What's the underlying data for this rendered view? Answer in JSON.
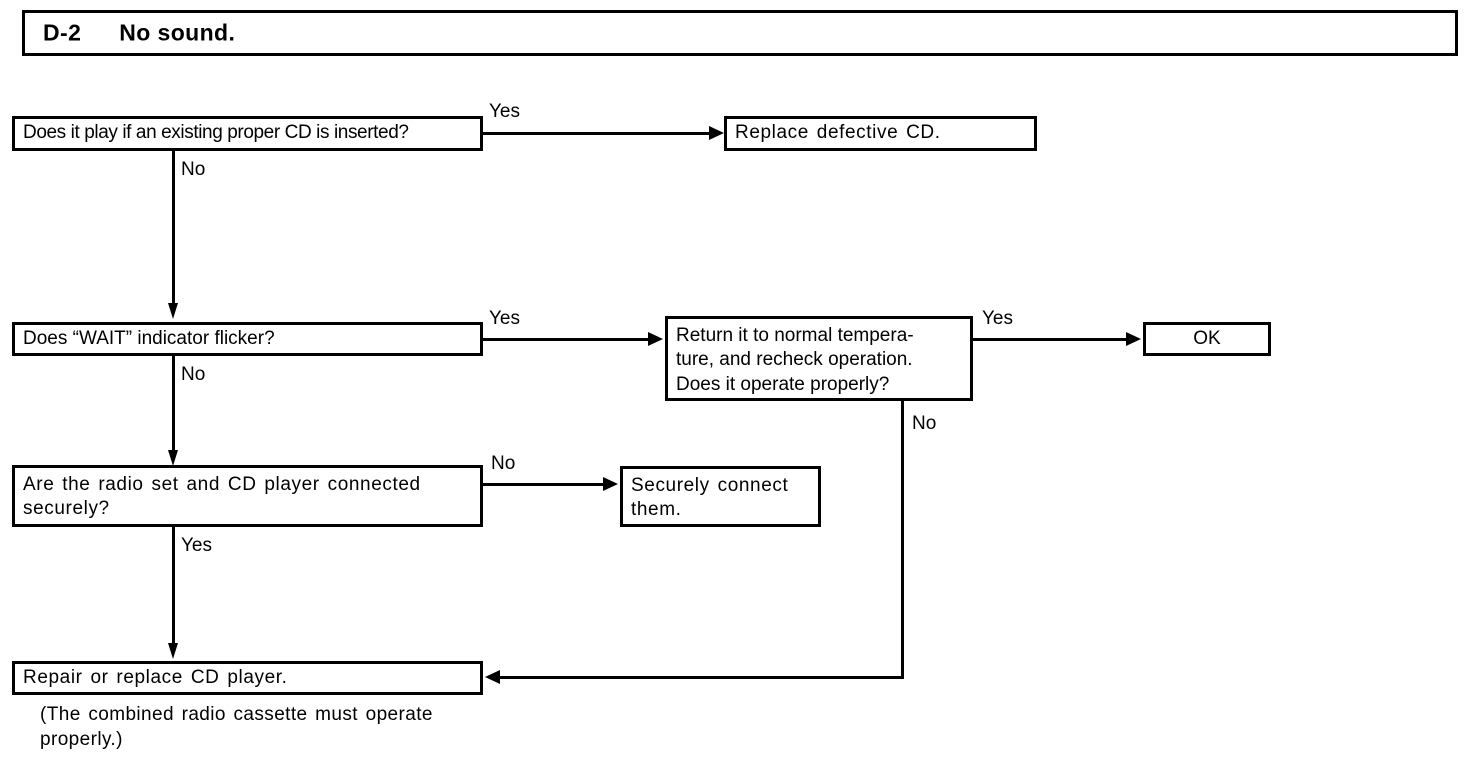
{
  "header": {
    "code": "D-2",
    "title": "No sound."
  },
  "nodes": {
    "q_cd_inserted": "Does it play if an existing proper CD is inserted?",
    "a_replace_cd": "Replace  defective  CD.",
    "q_wait_flicker": "Does  “WAIT”  indicator  flicker?",
    "q_normal_temperature": "Return it to normal tempera-\nture, and recheck operation.\nDoes it operate properly?",
    "a_ok": "OK",
    "q_connected_securely": "Are  the  radio  set  and  CD  player  connected\nsecurely?",
    "a_securely_connect": "Securely   connect\nthem.",
    "a_repair_replace": "Repair  or  replace  CD  player."
  },
  "branches": {
    "cd_inserted_yes": "Yes",
    "cd_inserted_no": "No",
    "wait_flicker_yes": "Yes",
    "wait_flicker_no": "No",
    "temperature_yes": "Yes",
    "temperature_no": "No",
    "connected_no": "No",
    "connected_yes": "Yes"
  },
  "footnote": {
    "text": "(The combined radio cassette must operate\nproperly.)"
  }
}
